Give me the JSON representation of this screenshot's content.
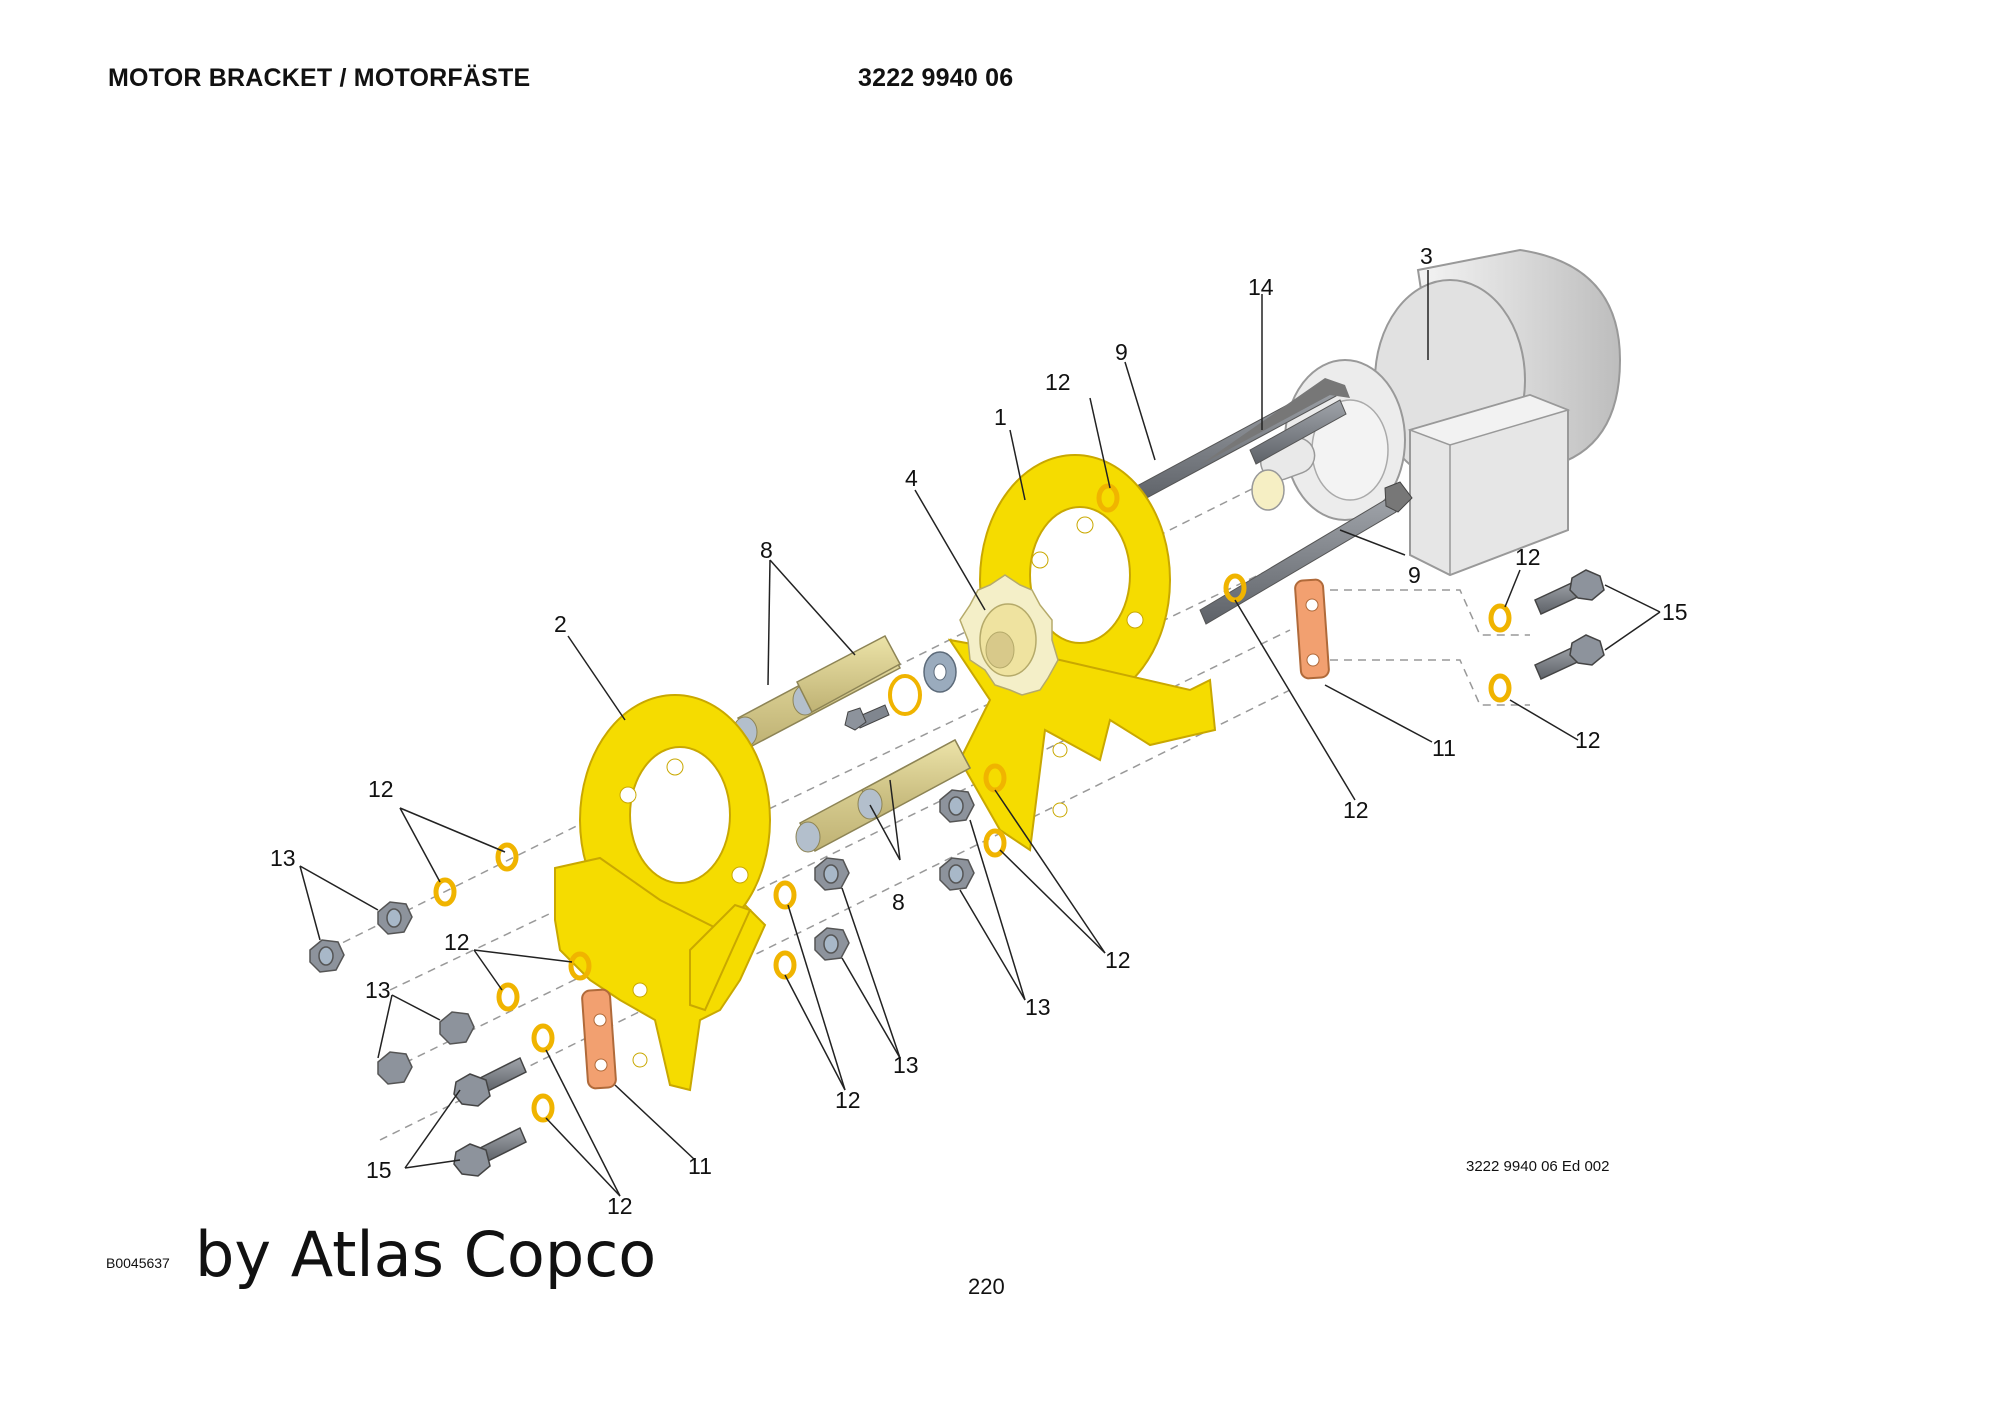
{
  "header": {
    "title": "MOTOR BRACKET / MOTORFÄSTE",
    "part_number": "3222 9940 06"
  },
  "footer": {
    "edition": "3222 9940 06 Ed 002",
    "image_id": "B0045637",
    "brand": "by Atlas Copco",
    "page_number": "220"
  },
  "colors": {
    "bracket": "#f5dc00",
    "bracket_edge": "#c9a800",
    "spacer": "#d9cf8c",
    "washer": "#f0b400",
    "shim": "#f2a070",
    "nut": "#8d939c",
    "motor": "#e4e4e4",
    "leader": "#222222"
  },
  "callouts": [
    "1",
    "2",
    "3",
    "4",
    "8",
    "9",
    "11",
    "12",
    "13",
    "14",
    "15"
  ]
}
